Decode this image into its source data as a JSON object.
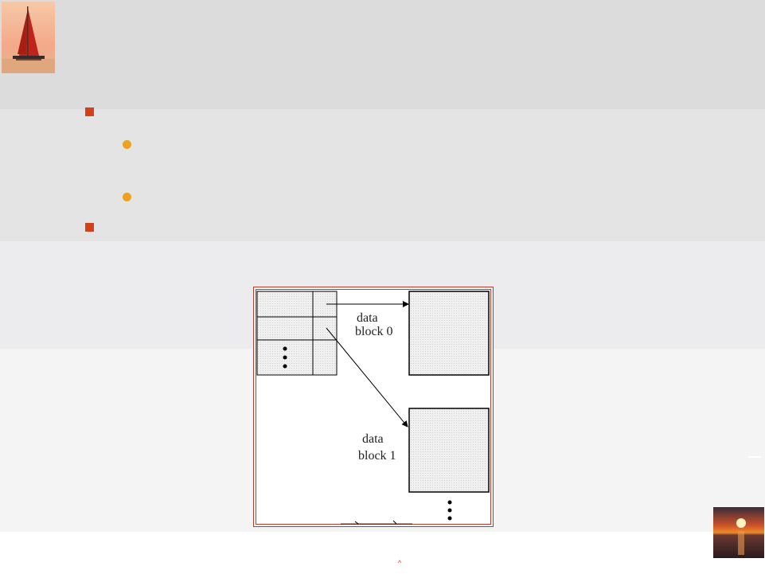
{
  "diagram": {
    "label_block0_line1": "data",
    "label_block0_line2": "block 0",
    "label_block1_line1": "data",
    "label_block1_line2": "block 1"
  },
  "footer": {
    "mark": "^"
  },
  "colors": {
    "bullet_square": "#d2401c",
    "bullet_dot": "#f0a020",
    "border": "#c0392b"
  }
}
